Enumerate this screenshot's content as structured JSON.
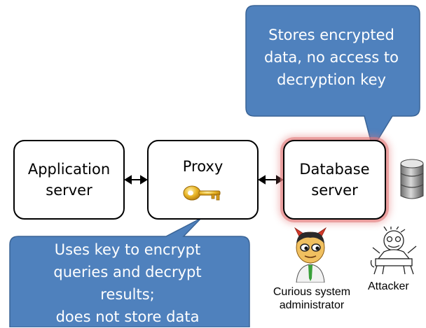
{
  "nodes": {
    "application_server": "Application\nserver",
    "proxy": "Proxy",
    "database_server": "Database\nserver"
  },
  "callouts": {
    "database": "Stores encrypted\ndata, no access to\ndecryption key",
    "proxy": "Uses key to encrypt\nqueries and decrypt\nresults;\ndoes not store data"
  },
  "actors": {
    "admin": "Curious system\nadministrator",
    "attacker": "Attacker"
  },
  "icons": {
    "proxy": "key-icon",
    "database": "database-icon",
    "admin": "devil-admin-icon",
    "attacker": "attacker-icon"
  },
  "colors": {
    "callout_fill": "#4f81bd",
    "callout_border": "#3a6496",
    "highlight_glow": "#e27878",
    "key_gold": "#e0a81c"
  }
}
